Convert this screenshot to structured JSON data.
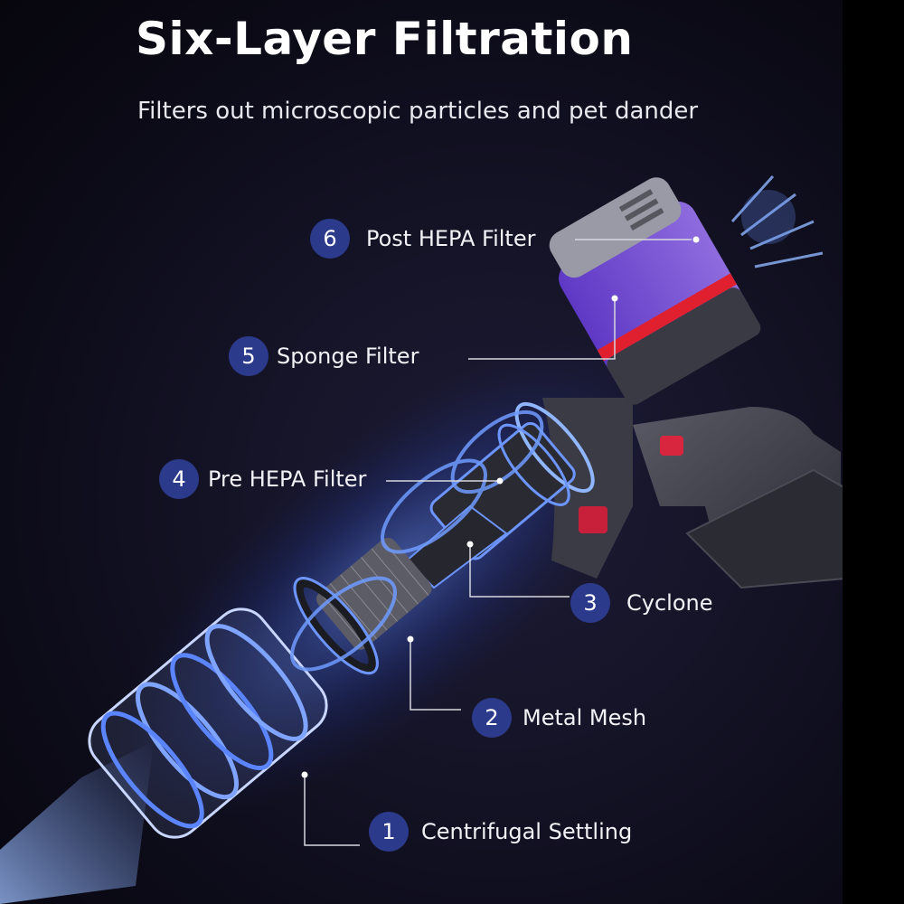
{
  "title": "Six-Layer Filtration",
  "subtitle": "Filters out microscopic particles and pet dander",
  "layers": [
    {
      "number": "1",
      "label": "Centrifugal Settling"
    },
    {
      "number": "2",
      "label": "Metal Mesh"
    },
    {
      "number": "3",
      "label": "Cyclone"
    },
    {
      "number": "4",
      "label": "Pre HEPA Filter"
    },
    {
      "number": "5",
      "label": "Sponge Filter"
    },
    {
      "number": "6",
      "label": "Post HEPA Filter"
    }
  ],
  "colors": {
    "badge": "#2c3a8c",
    "glow": "#4f7dff",
    "accent_red": "#e0202f",
    "bin_purple": "#8a5cff"
  }
}
